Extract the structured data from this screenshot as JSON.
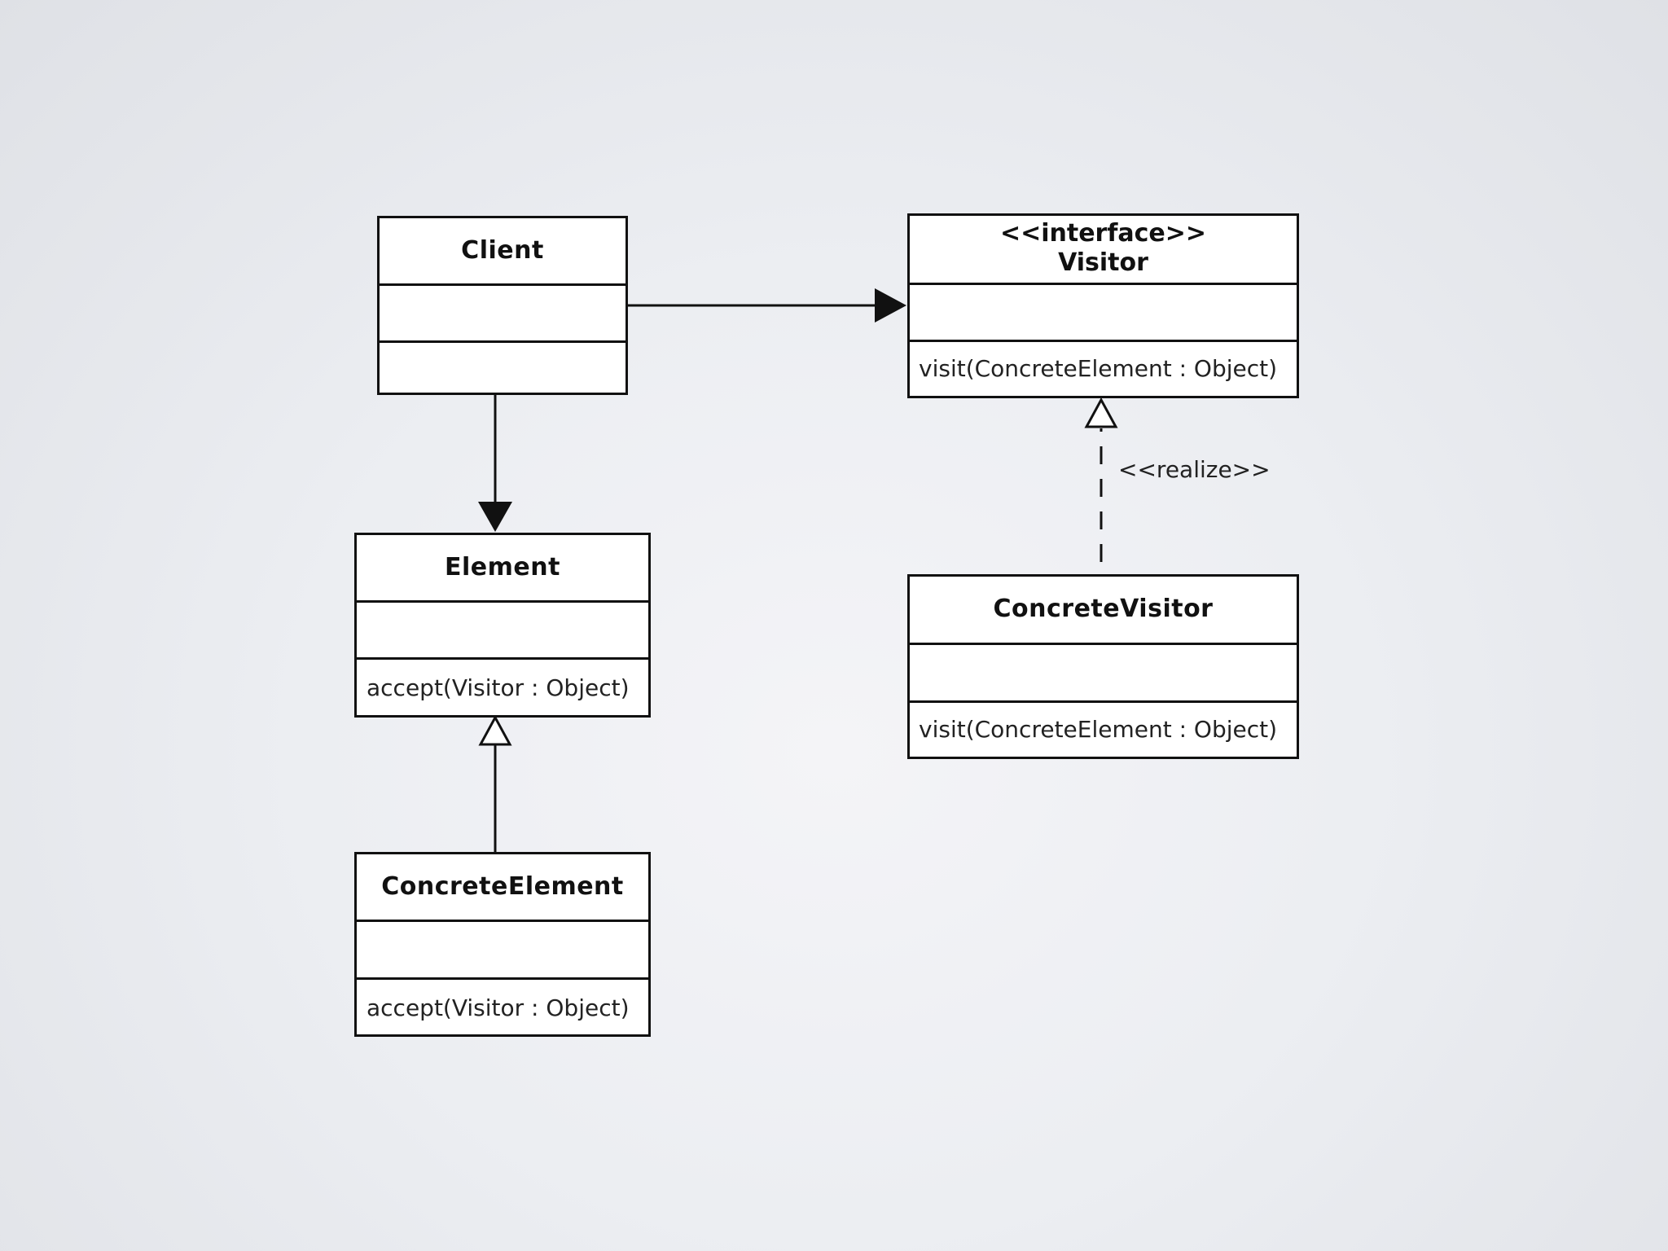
{
  "diagram": {
    "classes": {
      "client": {
        "name": "Client"
      },
      "visitor": {
        "stereotype": "<<interface>>",
        "name": "Visitor",
        "operation": "visit(ConcreteElement : Object)"
      },
      "element": {
        "name": "Element",
        "operation": "accept(Visitor : Object)"
      },
      "concrete_element": {
        "name": "ConcreteElement",
        "operation": "accept(Visitor : Object)"
      },
      "concrete_visitor": {
        "name": "ConcreteVisitor",
        "operation": "visit(ConcreteElement : Object)"
      }
    },
    "relations": {
      "realize_label": "<<realize>>"
    }
  }
}
